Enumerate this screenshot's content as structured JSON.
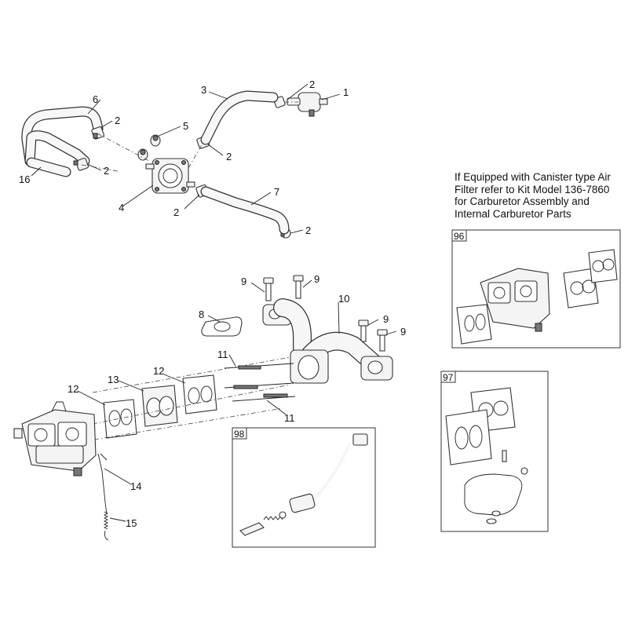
{
  "note": {
    "line1": "If Equipped with Canister type Air",
    "line2": "Filter refer to Kit Model 136-7860",
    "line3": "for Carburetor Assembly and",
    "line4": "Internal Carburetor Parts"
  },
  "kits": {
    "k96": "96",
    "k97": "97",
    "k98": "98"
  },
  "callouts": {
    "c1": "1",
    "c2a": "2",
    "c2b": "2",
    "c2c": "2",
    "c2d": "2",
    "c2e": "2",
    "c2f": "2",
    "c3": "3",
    "c4": "4",
    "c5": "5",
    "c6": "6",
    "c7": "7",
    "c8": "8",
    "c9a": "9",
    "c9b": "9",
    "c9c": "9",
    "c9d": "9",
    "c10": "10",
    "c11a": "11",
    "c11b": "11",
    "c12a": "12",
    "c12b": "12",
    "c13": "13",
    "c14": "14",
    "c15": "15",
    "c16": "16"
  }
}
